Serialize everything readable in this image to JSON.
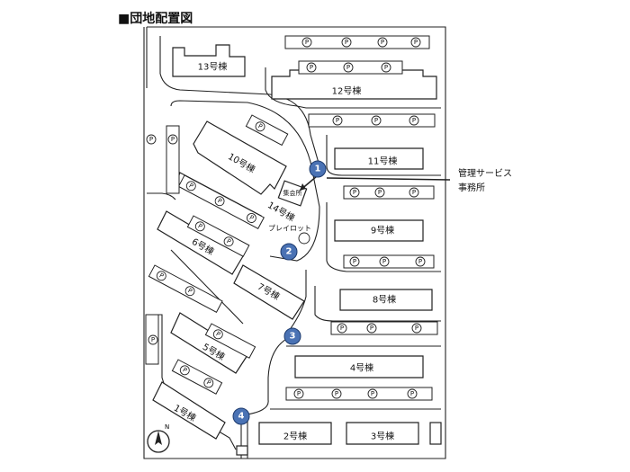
{
  "title": "■団地配置図",
  "parking_symbol": "P",
  "buildings": {
    "b13": "13号棟",
    "b12": "12号棟",
    "b11": "11号棟",
    "b10": "10号棟",
    "b14": "14号棟",
    "b9": "9号棟",
    "b8": "8号棟",
    "b7": "7号棟",
    "b6": "6号棟",
    "b5": "5号棟",
    "b4": "4号棟",
    "b3": "3号棟",
    "b2": "2号棟",
    "b1": "1号棟"
  },
  "facilities": {
    "meeting_hall": "集会所",
    "playlot": "プレイロット"
  },
  "markers": [
    "1",
    "2",
    "3",
    "4"
  ],
  "callout": {
    "line1": "管理サービス",
    "line2": "事務所"
  },
  "compass": "N",
  "colors": {
    "marker_fill": "#4a72b4",
    "line": "#222222"
  }
}
